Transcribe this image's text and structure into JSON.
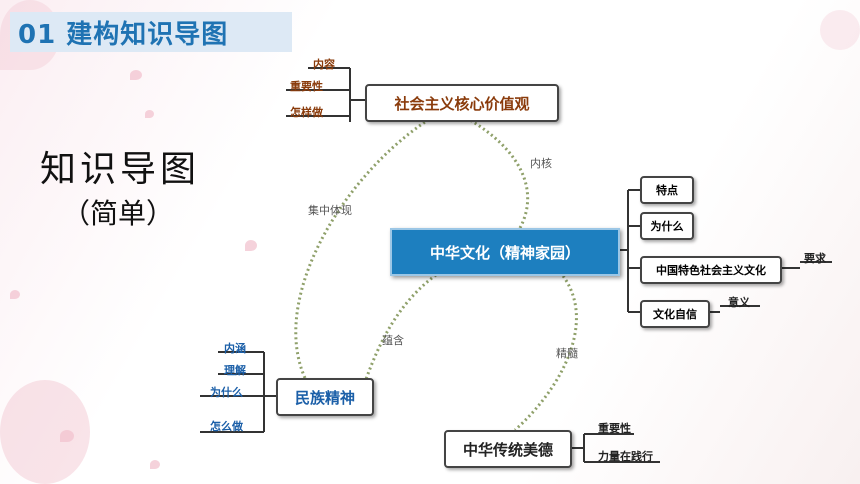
{
  "header": {
    "title": "01 建构知识导图"
  },
  "side": {
    "title": "知识导图",
    "subtitle": "（简单）"
  },
  "center": {
    "label": "中华文化（精神家园）"
  },
  "top_node": {
    "label": "社会主义核心价值观",
    "leaves": [
      "内容",
      "重要性",
      "怎样做"
    ]
  },
  "left_node": {
    "label": "民族精神",
    "leaves": [
      "内涵",
      "理解",
      "为什么",
      "怎么做"
    ]
  },
  "bottom_node": {
    "label": "中华传统美德",
    "leaves": [
      "重要性",
      "力量在践行"
    ]
  },
  "right_nodes": [
    {
      "label": "特点"
    },
    {
      "label": "为什么"
    },
    {
      "label": "中国特色社会主义文化",
      "leaf": "要求"
    },
    {
      "label": "文化自信",
      "leaf": "意义"
    }
  ],
  "edges": {
    "top": "内核",
    "left_up": "集中体现",
    "left_down": "蕴含",
    "bottom": "精髓"
  },
  "colors": {
    "header_bg": "#dde9f5",
    "header_text": "#1f73b3",
    "center_bg": "#1d7fbf",
    "brown": "#8a3b0b",
    "blue": "#1b5fa8"
  }
}
